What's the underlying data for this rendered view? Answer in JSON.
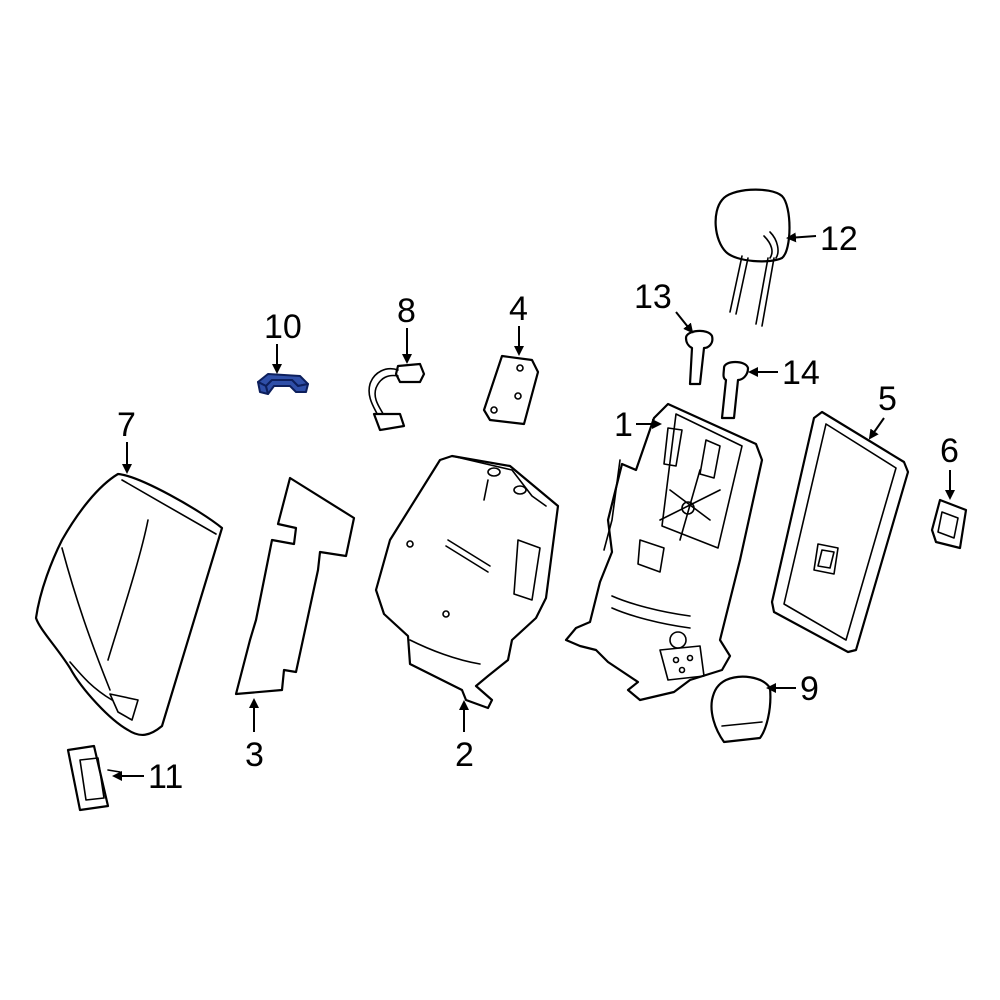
{
  "colors": {
    "line": "#000000",
    "background": "#ffffff",
    "highlight_fill": "#2f4fa8"
  },
  "highlighted_callout": "10",
  "callouts": [
    {
      "id": "c1",
      "label": "1"
    },
    {
      "id": "c2",
      "label": "2"
    },
    {
      "id": "c3",
      "label": "3"
    },
    {
      "id": "c4",
      "label": "4"
    },
    {
      "id": "c5",
      "label": "5"
    },
    {
      "id": "c6",
      "label": "6"
    },
    {
      "id": "c7",
      "label": "7"
    },
    {
      "id": "c8",
      "label": "8"
    },
    {
      "id": "c9",
      "label": "9"
    },
    {
      "id": "c10",
      "label": "10"
    },
    {
      "id": "c11",
      "label": "11"
    },
    {
      "id": "c12",
      "label": "12"
    },
    {
      "id": "c13",
      "label": "13"
    },
    {
      "id": "c14",
      "label": "14"
    }
  ]
}
